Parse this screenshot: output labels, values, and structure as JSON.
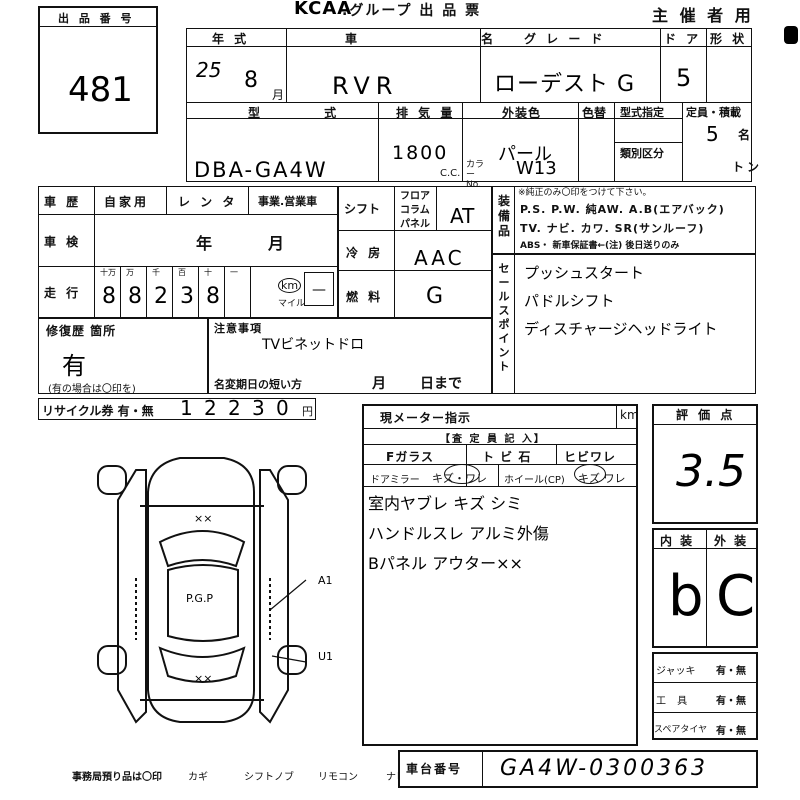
{
  "header": {
    "lot_label": "出 品 番 号",
    "lot_number": "481",
    "brand": "KCAA",
    "group_title": ".グループ 出 品 票",
    "copy_label": "主 催 者 用"
  },
  "car": {
    "year_label": "年 式",
    "name_label": "車 名",
    "grade_label": "グ レ ー ド",
    "door_label": "ド ア",
    "body_label": "形 状",
    "year_value": "25",
    "month_value": "8",
    "month_unit": "月",
    "name_value": "RVR",
    "grade_value": "ローデスト G",
    "door_value": "5",
    "model_label": "型 式",
    "disp_label": "排 気 量",
    "color_label": "外装色",
    "repaint_label": "色替",
    "designation_label": "型式指定",
    "category_label": "類別区分",
    "capacity_label": "定員・積載",
    "model_value": "DBA-GA4W",
    "disp_value": "1800",
    "cc_unit": "C.C.",
    "color_value": "パール",
    "color_no_label": "カラー No.",
    "color_no_value": "W13",
    "capacity_value": "5",
    "capacity_unit": "名",
    "ton_unit": "トン"
  },
  "history": {
    "label": "車 歴",
    "opt1": "自家用",
    "opt2": "レ ン タ",
    "opt3": "事業.営業車",
    "inspection_label": "車 検",
    "year_unit": "年",
    "month_unit": "月",
    "mileage_label": "走 行",
    "digit_labels": [
      "十万",
      "万",
      "千",
      "百",
      "十",
      "一"
    ],
    "mileage_digits": [
      "8",
      "8",
      "2",
      "3",
      "8"
    ],
    "km_label": "km",
    "mile_label": "マイル"
  },
  "specs": {
    "shift_label": "シフト",
    "shift_opts": [
      "フロア",
      "コラム",
      "パネル"
    ],
    "shift_value": "AT",
    "ac_label": "冷 房",
    "ac_value": "AAC",
    "fuel_label": "燃 料",
    "fuel_value": "G"
  },
  "equipment": {
    "label": "装 備 品",
    "note": "※純正のみ〇印をつけて下さい。",
    "line1": "P.S. P.W. 純AW. A.B(エアバック)",
    "line2": "TV. ナビ. カワ. SR(サンルーフ)",
    "line3": "ABS・ 新車保証書←(注) 後日送りのみ"
  },
  "sales_points": {
    "label": "セールスポイント",
    "items": [
      "プッシュスタート",
      "パドルシフト",
      "ディスチャージヘッドライト"
    ]
  },
  "repair": {
    "label": "修復歴 箇所",
    "value": "有",
    "note": "(有の場合は〇印を)"
  },
  "notes": {
    "label": "注意事項",
    "value": "TVビネットドロ",
    "deadline_label": "名変期日の短い方",
    "month_unit": "月",
    "day_unit": "日まで"
  },
  "recycle": {
    "label": "リサイクル券 有・無",
    "value": "12230",
    "unit": "円"
  },
  "meter": {
    "label": "現メーター指示",
    "unit": "km",
    "inspector_label": "【査 定 員 記 入】",
    "glass_label": "Fガラス",
    "chip_label": "ト ビ 石",
    "crack_label": "ヒビワレ",
    "mirror_label": "ドアミラー",
    "mirror_opts": "キズ・ワレ",
    "wheel_label": "ホイール(CP)",
    "wheel_opts": "キズ ワレ",
    "comments": [
      "室内ヤブレ キズ シミ",
      "ハンドルスレ アルミ外傷",
      "Bパネル アウター××"
    ]
  },
  "score": {
    "label": "評 価 点",
    "value": "3.5",
    "interior_label": "内 装",
    "exterior_label": "外 装",
    "interior_value": "b",
    "exterior_value": "C"
  },
  "diagram": {
    "marks": [
      "××",
      "P.G.P",
      "××",
      "A1",
      "U1"
    ]
  },
  "tools": {
    "jack_label": "ジャッキ",
    "tools_label": "工 具",
    "spare_label": "スペアタイヤ",
    "opts": "有・無"
  },
  "office": {
    "text": "事務局預り品は〇印",
    "items": [
      "カギ",
      "シフトノブ",
      "リモコン",
      "ナビロム"
    ]
  },
  "chassis": {
    "label": "車台番号",
    "value": "GA4W-0300363"
  }
}
